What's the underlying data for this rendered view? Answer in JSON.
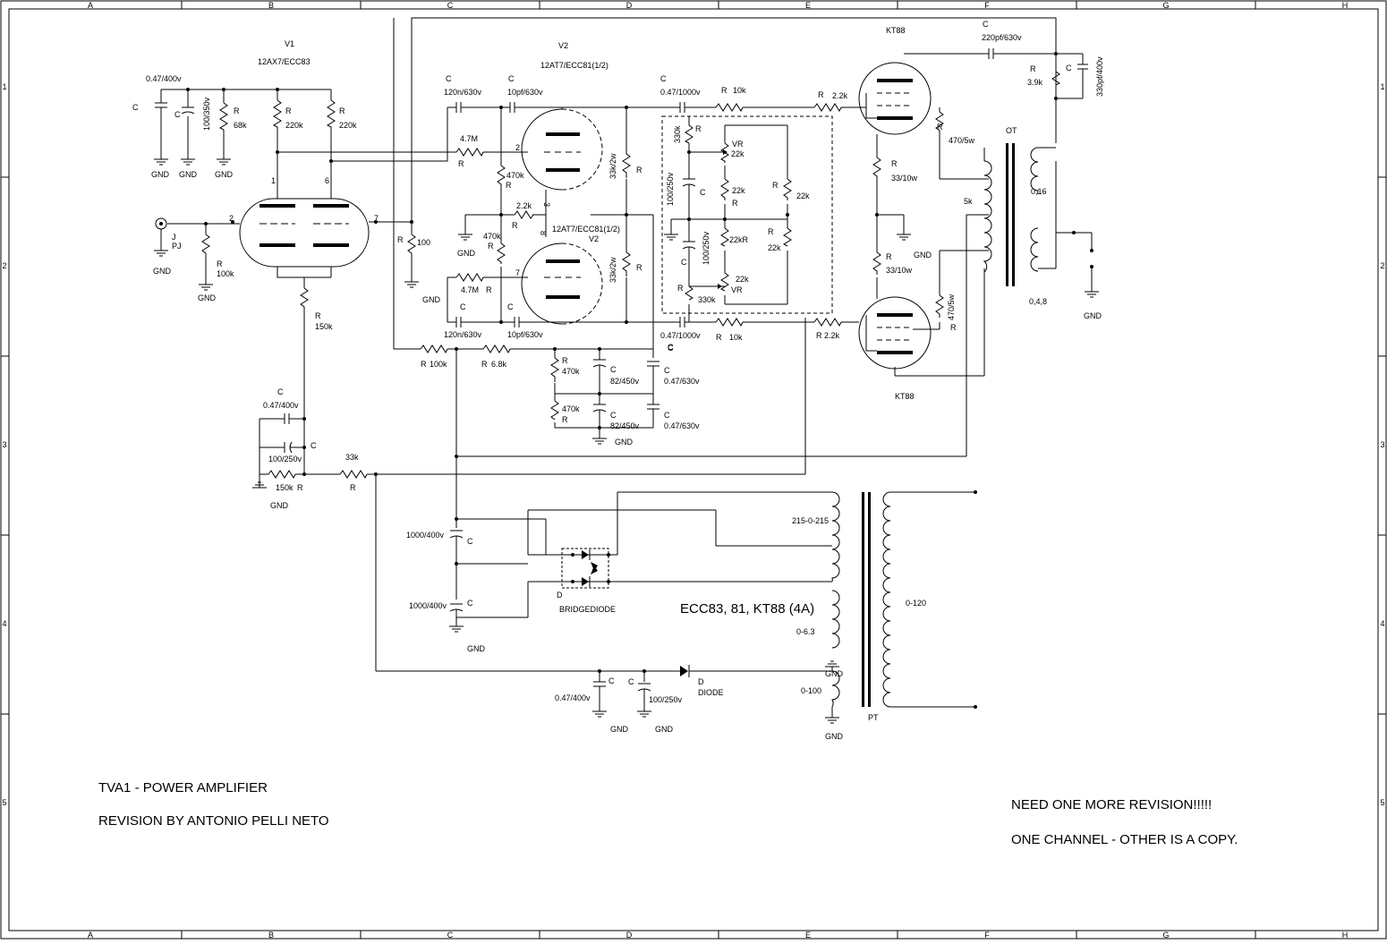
{
  "sheet": {
    "columns": [
      "A",
      "B",
      "C",
      "D",
      "E",
      "F",
      "G",
      "H"
    ],
    "rows": [
      "1",
      "2",
      "3",
      "4",
      "5"
    ]
  },
  "title": {
    "line1": "TVA1 - POWER AMPLIFIER",
    "line2": "REVISION BY ANTONIO PELLI NETO"
  },
  "notes": {
    "line1": "NEED ONE MORE REVISION!!!!!",
    "line2": "ONE CHANNEL - OTHER IS A COPY."
  },
  "heater_note": "ECC83, 81, KT88 (4A)",
  "tubes": {
    "v1": {
      "ref": "V1",
      "type": "12AX7/ECC83"
    },
    "v2a": {
      "ref": "V2",
      "type": "12AT7/ECC81(1/2)"
    },
    "v2b": {
      "ref": "V2",
      "type": "12AT7/ECC81(1/2)"
    },
    "kt88_top": "KT88",
    "kt88_bottom": "KT88"
  },
  "labels": {
    "gnd": "GND",
    "r": "R",
    "c": "C",
    "vr": "VR",
    "d": "D",
    "j": "J",
    "pj": "PJ",
    "ot": "OT",
    "pt": "PT",
    "bridge": "BRIDGEDIODE",
    "diode": "DIODE",
    "sec_hv": "215-0-215",
    "sec_fil": "0-6.3",
    "sec_bias": "0-100",
    "primary": "0-120",
    "ot_imp": "5k",
    "ot_016": "0,16",
    "ot_048": "0,4,8",
    "pin1": "1",
    "pin2": "2",
    "pin3": "3",
    "pin6": "6",
    "pin7": "7",
    "pin8": "8"
  },
  "values": {
    "c047_400": "0.47/400v",
    "c100_350": "100/350v",
    "r68k": "68k",
    "r220k": "220k",
    "r100k": "100k",
    "r100": "100",
    "r150k": "150k",
    "r47m": "4.7M",
    "r470k": "470k",
    "r22k_": "2.2k",
    "c120n": "120n/630v",
    "c10pf": "10pf/630v",
    "r33k2w": "33k/2w",
    "c047_1000": "0.47/1000v",
    "r10k": "10k",
    "r330k": "330k",
    "c100_250": "100/250v",
    "r22k": "22k",
    "r22kR": "22kR",
    "r33_10w": "33/10w",
    "r470_5w": "470/5w",
    "c220pf": "220pf/630v",
    "r39k": "3.9k",
    "c330pf": "330pf/400v",
    "r68k2": "6.8k",
    "c82_450": "82/450v",
    "c047_630": "0.47/630v",
    "r33k": "33k",
    "c1000_400": "1000/400v"
  }
}
